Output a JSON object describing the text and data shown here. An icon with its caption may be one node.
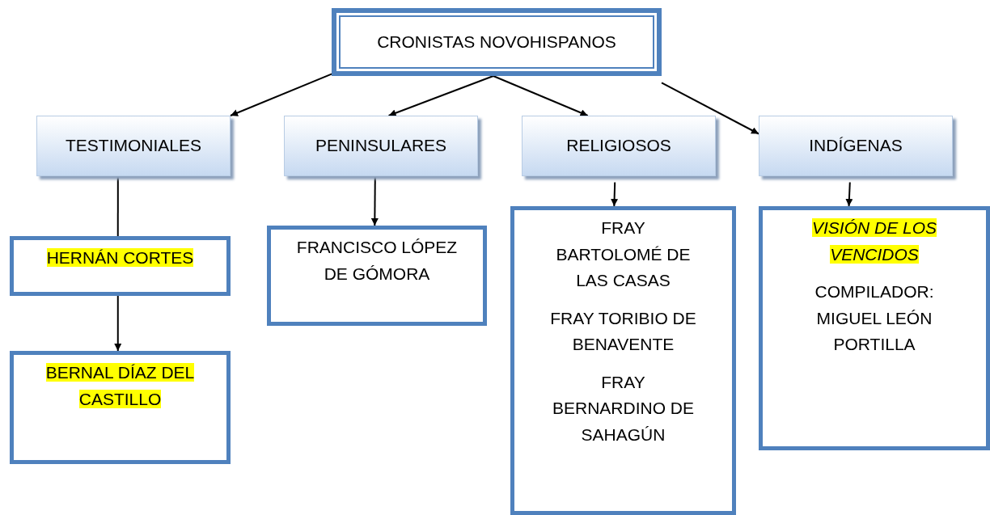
{
  "diagram": {
    "nodes": [
      {
        "text": [
          "CRONISTAS NOVOHISPANOS"
        ]
      },
      {
        "text": [
          "TESTIMONIALES"
        ]
      },
      {
        "text": [
          "PENINSULARES"
        ]
      },
      {
        "text": [
          "RELIGIOSOS"
        ]
      },
      {
        "text": [
          "INDÍGENAS"
        ]
      },
      {
        "text": [
          "HERNÁN CORTES"
        ]
      },
      {
        "text": [
          "BERNAL DÍAZ DEL CASTILLO"
        ]
      },
      {
        "text": [
          "FRANCISCO LÓPEZ DE GÓMORA"
        ]
      },
      {
        "text": [
          "FRAY BARTOLOMÉ DE LAS CASAS",
          "FRAY TORIBIO DE BENAVENTE",
          "FRAY BERNARDINO DE SAHAGÚN"
        ]
      },
      {
        "text": [
          "VISIÓN DE LOS VENCIDOS",
          "COMPILADOR: MIGUEL LEÓN PORTILLA"
        ]
      }
    ],
    "edges": [
      {
        "from": 0,
        "to": 1,
        "arrow": "to"
      },
      {
        "from": 0,
        "to": 2,
        "arrow": "to"
      },
      {
        "from": 0,
        "to": 3,
        "arrow": "to"
      },
      {
        "from": 0,
        "to": 4,
        "arrow": "to"
      },
      {
        "from": 1,
        "to": 5,
        "arrow": "none"
      },
      {
        "from": 5,
        "to": 6,
        "arrow": "to"
      },
      {
        "from": 2,
        "to": 7,
        "arrow": "to"
      },
      {
        "from": 3,
        "to": 8,
        "arrow": "to"
      },
      {
        "from": 4,
        "to": 9,
        "arrow": "to"
      }
    ]
  }
}
